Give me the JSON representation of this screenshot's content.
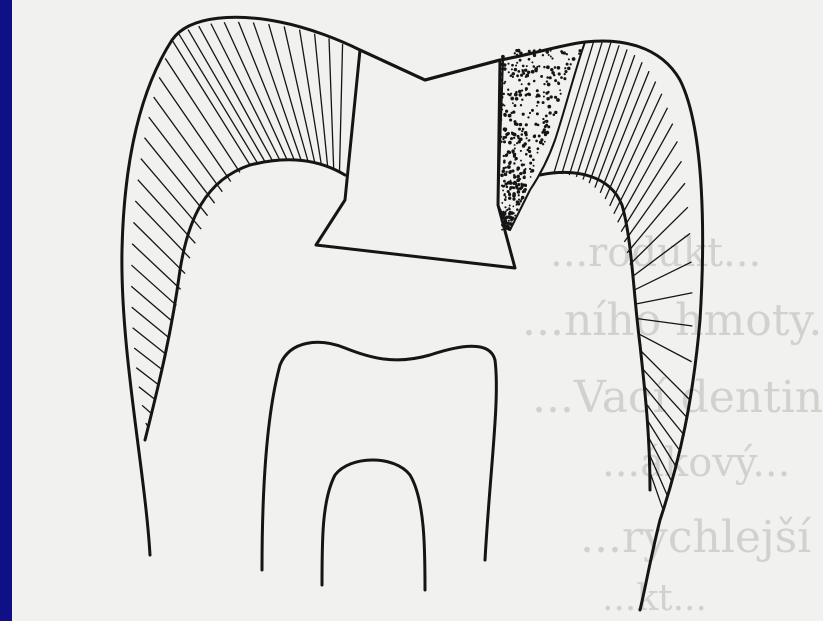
{
  "figure": {
    "subject": "molar-tooth-cross-section-with-inlay-and-caries",
    "colors": {
      "border": "#0f0f86",
      "paper": "#f1f1ef",
      "ink": "#151515",
      "bleed_text": "#b7b7b4"
    }
  },
  "bleed_through_text": [
    "...rodukt...",
    "...ního hmoty. Dent...",
    "...Vací dentinu zub...",
    "...ákový...",
    "...rychlejší způsobí ...",
    "...kt... "
  ]
}
